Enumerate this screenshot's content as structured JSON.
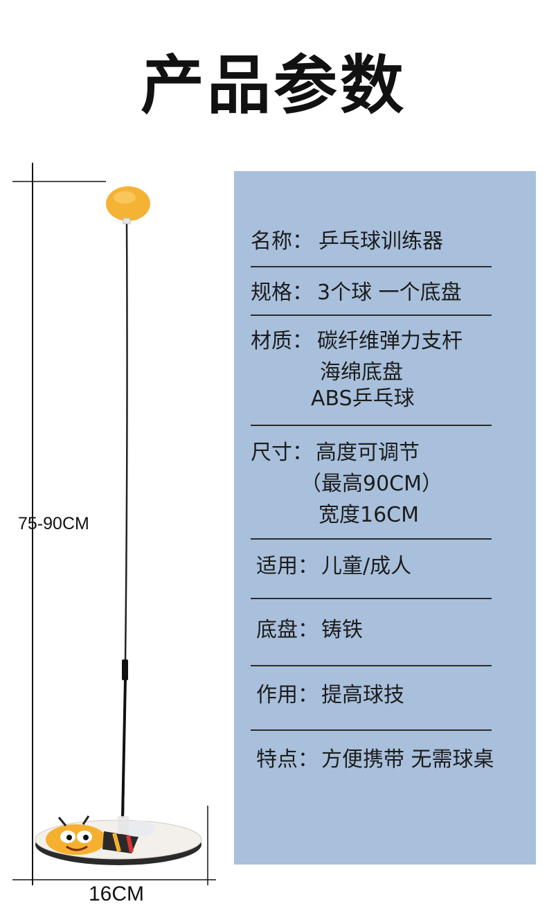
{
  "header": {
    "title": "产品参数"
  },
  "dimensions": {
    "height_label": "75-90CM",
    "width_label": "16CM"
  },
  "specs": [
    {
      "key": "名称：",
      "lines": [
        "乒乓球训练器"
      ]
    },
    {
      "key": "规格：",
      "lines": [
        "3个球 一个底盘"
      ]
    },
    {
      "key": "材质：",
      "lines": [
        "碳纤维弹力支杆",
        "海绵底盘",
        "ABS乒乓球"
      ]
    },
    {
      "key": "尺寸：",
      "lines": [
        "高度可调节",
        "（最高90CM）",
        "宽度16CM"
      ]
    },
    {
      "key": "适用：",
      "lines": [
        "儿童/成人"
      ]
    },
    {
      "key": "底盘：",
      "lines": [
        "铸铁"
      ]
    },
    {
      "key": "作用：",
      "lines": [
        "提高球技"
      ]
    },
    {
      "key": "特点：",
      "lines": [
        "方便携带 无需球桌"
      ]
    }
  ],
  "colors": {
    "panel": "#a9c0dc",
    "ball": "#f5b335",
    "rule": "#2b2b2b"
  }
}
